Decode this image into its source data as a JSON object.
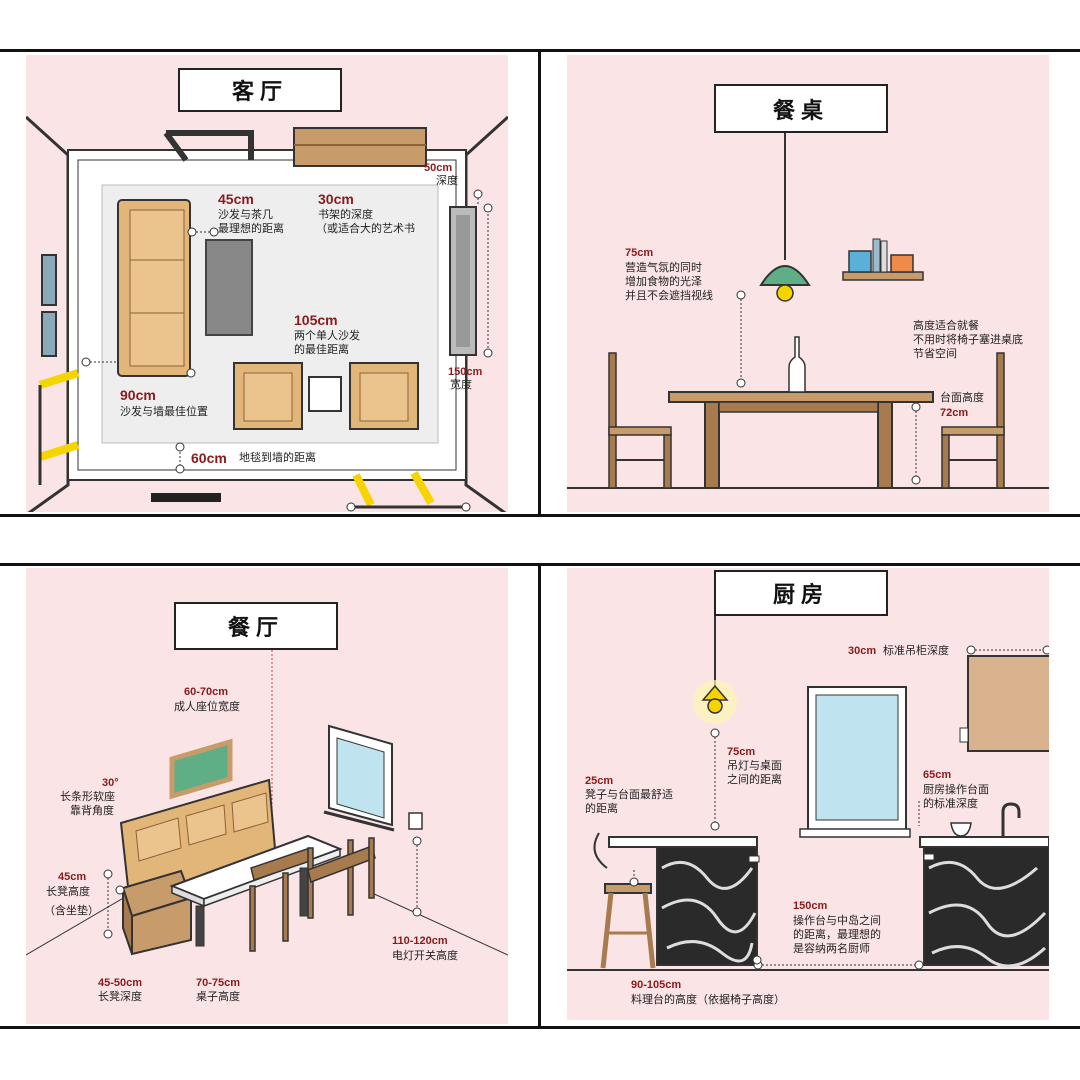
{
  "panels": {
    "living": {
      "title": "客厅",
      "sofa_table": {
        "value": "45cm",
        "line1": "沙发与茶几",
        "line2": "最理想的距离"
      },
      "shelf": {
        "value": "30cm",
        "line1": "书架的深度",
        "line2": "（或适合大的艺术书"
      },
      "tv_depth": {
        "value": "50cm",
        "label": "深度"
      },
      "tv_width": {
        "value": "150cm",
        "label": "宽度"
      },
      "chairs": {
        "value": "105cm",
        "line1": "两个单人沙发",
        "line2": "的最佳距离"
      },
      "sofa_wall": {
        "value": "90cm",
        "label": "沙发与墙最佳位置"
      },
      "rug_wall": {
        "value": "60cm",
        "label": "地毯到墙的距离"
      }
    },
    "table": {
      "title": "餐桌",
      "lamp": {
        "value": "75cm",
        "line1": "营造气氛的同时",
        "line2": "增加食物的光泽",
        "line3": "并且不会遮挡视线"
      },
      "chair_note": {
        "line1": "高度适合就餐",
        "line2": "不用时将椅子塞进桌底",
        "line3": "节省空间"
      },
      "table_height": {
        "label": "台面高度",
        "value": "72cm"
      }
    },
    "dining": {
      "title": "餐厅",
      "seat_width": {
        "value": "60-70cm",
        "label": "成人座位宽度"
      },
      "back_angle": {
        "value": "30°",
        "line1": "长条形软座",
        "line2": "靠背角度"
      },
      "bench_height": {
        "value": "45cm",
        "line1": "长凳高度",
        "line2": "（含坐垫）"
      },
      "bench_depth": {
        "value": "45-50cm",
        "label": "长凳深度"
      },
      "table_height": {
        "value": "70-75cm",
        "label": "桌子高度"
      },
      "switch_height": {
        "value": "110-120cm",
        "label": "电灯开关高度"
      }
    },
    "kitchen": {
      "title": "厨房",
      "cabinet": {
        "value": "30cm",
        "label": "标准吊柜深度"
      },
      "lamp": {
        "value": "75cm",
        "line1": "吊灯与桌面",
        "line2": "之间的距离"
      },
      "stool": {
        "value": "25cm",
        "line1": "凳子与台面最舒适",
        "line2": "的距离"
      },
      "counter": {
        "value": "65cm",
        "line1": "厨房操作台面",
        "line2": "的标准深度"
      },
      "island": {
        "value": "150cm",
        "line1": "操作台与中岛之间",
        "line2": "的距离，最理想的",
        "line3": "是容纳两名厨师"
      },
      "counter_height": {
        "value": "90-105cm",
        "label": "料理台的高度（依据椅子高度）"
      }
    }
  },
  "colors": {
    "panel_bg": "#fbe4e6",
    "value_text": "#8b1a1a",
    "wood": "#e2b679",
    "wood_dark": "#9a6b3a",
    "floor_plan": "#f3f3f3",
    "accent_yellow": "#f5d400"
  }
}
